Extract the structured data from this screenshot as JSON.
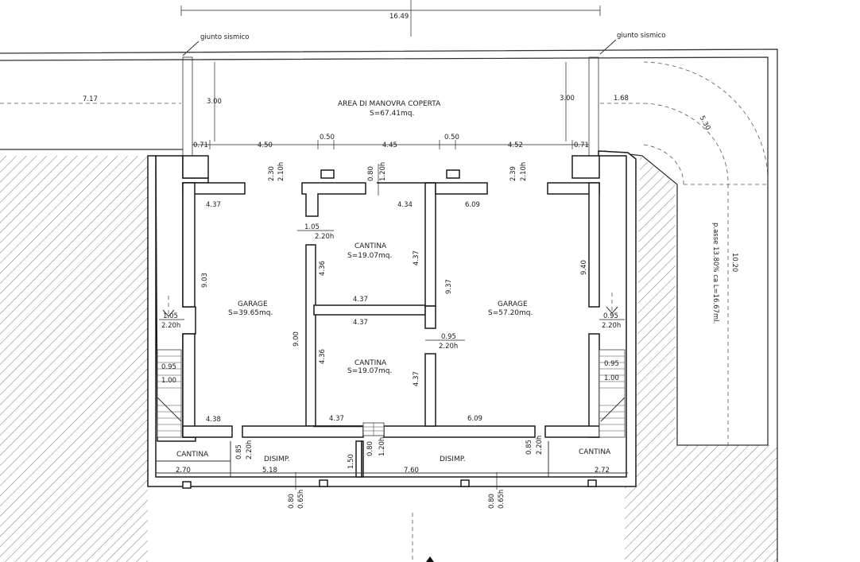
{
  "top": {
    "overall": "16.49",
    "seismic_left": "giunto sismico",
    "seismic_right": "giunto sismico"
  },
  "covered_area": {
    "name": "AREA DI MANOVRA COPERTA",
    "surface": "S=67.41mq.",
    "depth_left": "3.00",
    "depth_right": "3.00"
  },
  "left_strip": {
    "width": "7.17"
  },
  "right_strip": {
    "width": "1.68",
    "radius": "5.30"
  },
  "front_dims": [
    "0.71",
    "4.50",
    "0.50",
    "4.45",
    "0.50",
    "4.52",
    "0.71"
  ],
  "door_dims": {
    "left": [
      "2.30",
      "2.10h"
    ],
    "center": [
      "0.80",
      "1.20h"
    ],
    "right": [
      "2.39",
      "2.10h"
    ]
  },
  "garage_left": {
    "name": "GARAGE",
    "surface": "S=39.65mq.",
    "top": "4.37",
    "side": "9.03",
    "inner": "9.00",
    "bottom": "4.38"
  },
  "garage_right": {
    "name": "GARAGE",
    "surface": "S=57.20mq.",
    "top": "6.09",
    "side": "9.40",
    "inner": "9.37",
    "bottom": "6.09"
  },
  "cantina_upper": {
    "name": "CANTINA",
    "surface": "S=19.07mq.",
    "top": "4.34",
    "side_l": "4.36",
    "side_r": "4.37",
    "bottom": "4.37"
  },
  "cantina_lower": {
    "name": "CANTINA",
    "surface": "S=19.07mq.",
    "top": "4.37",
    "side_l": "4.36",
    "side_r": "4.37",
    "bottom": "4.37"
  },
  "openings": {
    "cantina_upper_door": [
      "1.05",
      "2.20h"
    ],
    "cantina_lower_door": [
      "0.95",
      "2.20h"
    ],
    "left_stair_door": [
      "1.05",
      "2.20h"
    ],
    "right_stair_door": [
      "0.95",
      "2.20h"
    ],
    "left_stair": [
      "0.95",
      "1.00"
    ],
    "right_stair": [
      "0.95",
      "1.00"
    ]
  },
  "bottom_rooms": {
    "cantina_left": "CANTINA",
    "cantina_right": "CANTINA",
    "disimp_left": "DISIMP.",
    "disimp_right": "DISIMP.",
    "dim_cantina_left": "2.70",
    "dim_disimp_left": "5.18",
    "dim_disimp_right": "7.60",
    "dim_cantina_right": "2.72",
    "door_left": [
      "0.85",
      "2.20h"
    ],
    "door_right": [
      "0.85",
      "2.20h"
    ],
    "door_center": [
      "0.80",
      "1.20h"
    ],
    "disimp_gap": "1.50",
    "window_left": [
      "0.80",
      "0.65h"
    ],
    "window_right": [
      "0.80",
      "0.65h"
    ]
  },
  "ramp": {
    "label": "p.asse 13.80% ca L=16.67ml.",
    "length": "10.20"
  }
}
